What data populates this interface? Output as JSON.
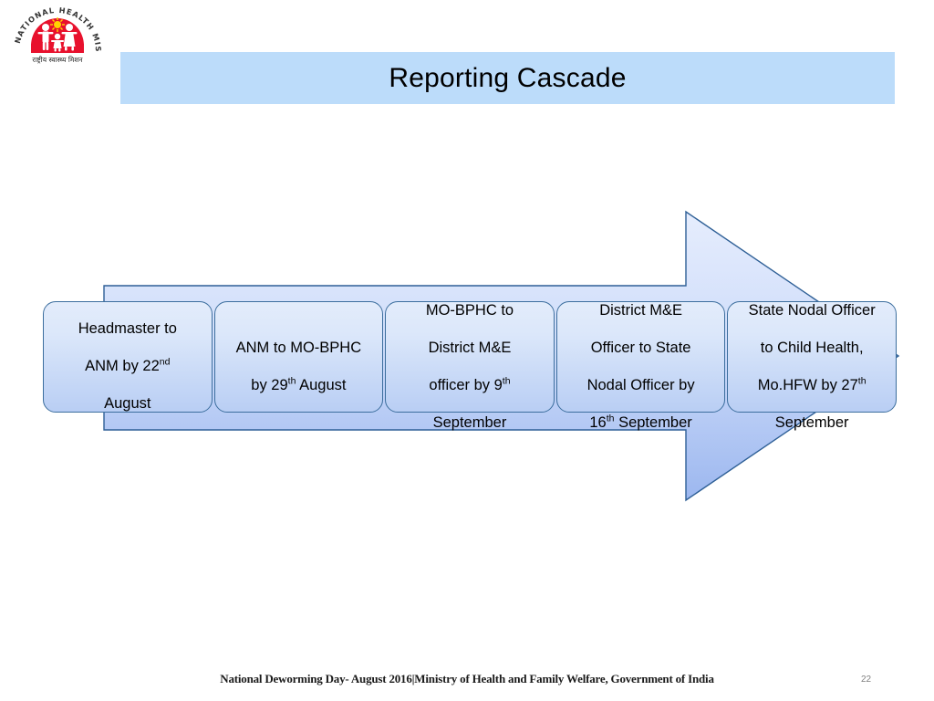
{
  "slide": {
    "title": "Reporting Cascade",
    "title_band_color": "#bcdcfa"
  },
  "logo": {
    "name": "national-health-mission-logo",
    "arc_text": "NATIONAL HEALTH MISSION",
    "hindi_text": "राष्ट्रीय स्वास्थ्य मिशन",
    "primary_color": "#e8112d",
    "sun_color": "#ffd400"
  },
  "flow": {
    "arrow_fill_start": "#e8eefc",
    "arrow_fill_end": "#9bb6ef",
    "arrow_stroke": "#2e5f96",
    "stages": [
      {
        "id": "headmaster-to-anm",
        "line1": "Headmaster to",
        "line2_pre": "ANM by 22",
        "line2_sup": "nd",
        "line3": "August",
        "full_text": "Headmaster to ANM by 22nd August"
      },
      {
        "id": "anm-to-mo-bphc",
        "line1": "ANM to MO-BPHC",
        "line2_pre": "by 29",
        "line2_sup": "th",
        "line3": " August",
        "full_text": "ANM to MO-BPHC by 29th August"
      },
      {
        "id": "mo-bphc-to-district-me",
        "line1": "MO-BPHC to",
        "line2": "District M&E",
        "line3_pre": "officer by 9",
        "line3_sup": "th",
        "line4": "September",
        "full_text": "MO-BPHC to District M&E officer by 9th September"
      },
      {
        "id": "district-me-to-state-nodal",
        "line1": "District M&E",
        "line2": "Officer to State",
        "line3": "Nodal Officer by",
        "line4_pre": "16",
        "line4_sup": "th",
        "line4_post": "  September",
        "full_text": "District M&E Officer to State Nodal Officer by 16th  September"
      },
      {
        "id": "state-nodal-to-child-health",
        "line1": "State Nodal Officer",
        "line2": "to Child Health,",
        "line3_pre": "Mo.HFW by 27",
        "line3_sup": "th",
        "line4": "September",
        "full_text": "State Nodal Officer to Child Health, Mo.HFW by 27th September"
      }
    ]
  },
  "footer": {
    "text": "National Deworming Day- August 2016|Ministry of Health and Family Welfare, Government of India",
    "page_number": "22"
  }
}
